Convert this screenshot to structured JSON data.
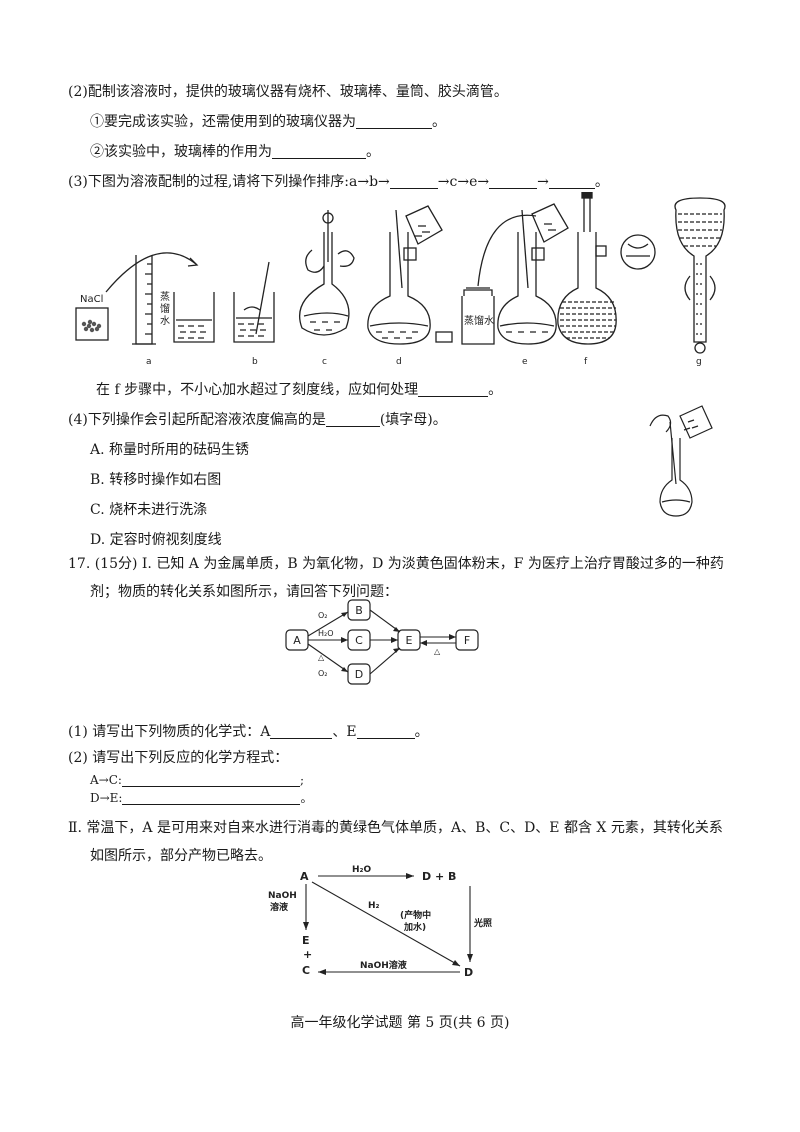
{
  "q16": {
    "p2": "(2)配制该溶液时，提供的玻璃仪器有烧杯、玻璃棒、量筒、胶头滴管。",
    "p2_1": "①要完成该实验，还需使用到的玻璃仪器为",
    "p2_2": "②该实验中，玻璃棒的作用为",
    "p3_a": "(3)下图为溶液配制的过程,请将下列操作排序:a→b→",
    "p3_b": "→c→e→",
    "p3_c": "→",
    "p3_f": "在 f 步骤中，不小心加水超过了刻度线，应如何处理",
    "p4": "(4)下列操作会引起所配溶液浓度偏高的是",
    "p4_hint": "(填字母)。",
    "options": [
      "A. 称量时所用的砝码生锈",
      "B. 转移时操作如右图",
      "C. 烧杯未进行洗涤",
      "D. 定容时俯视刻度线"
    ],
    "fig_labels": {
      "nacl": "NaCl",
      "water_v": [
        "蒸",
        "馏",
        "水"
      ],
      "water_bottle": "蒸馏水",
      "steps": [
        "a",
        "b",
        "c",
        "d",
        "e",
        "f",
        "g"
      ]
    }
  },
  "q17": {
    "intro1": "17. (15分) Ⅰ. 已知 A 为金属单质，B 为氧化物，D 为淡黄色固体粉末，F 为医疗上治疗胃酸过多的一种药",
    "intro2": "剂；物质的转化关系如图所示，请回答下列问题：",
    "diagram1": {
      "nodes": [
        "A",
        "B",
        "C",
        "D",
        "E",
        "F"
      ],
      "o2_top": "O₂",
      "h2o": "H₂O",
      "o2_bottom": "O₂",
      "delta": "△"
    },
    "sub1": "(1) 请写出下列物质的化学式：A",
    "sub1_sep": "、E",
    "sub2": "(2) 请写出下列反应的化学方程式：",
    "eq1": "A→C:",
    "eq2": "D→E:",
    "ii_1": "Ⅱ. 常温下，A 是可用来对自来水进行消毒的黄绿色气体单质，A、B、C、D、E 都含 X 元素，其转化关系",
    "ii_2": "如图所示，部分产物已略去。",
    "diagram2": {
      "A": "A",
      "h2o": "H₂O",
      "D_plus_B": "D  +  B",
      "h2": "H₂",
      "note1": "(产物中",
      "note2": "加水)",
      "light": "光照",
      "naoh1": "NaOH",
      "naoh2": "溶液",
      "E": "E",
      "plus": "+",
      "C": "C",
      "naoh_sol": "NaOH溶液",
      "D": "D"
    }
  },
  "footer": "高一年级化学试题  第 5 页(共 6 页)"
}
